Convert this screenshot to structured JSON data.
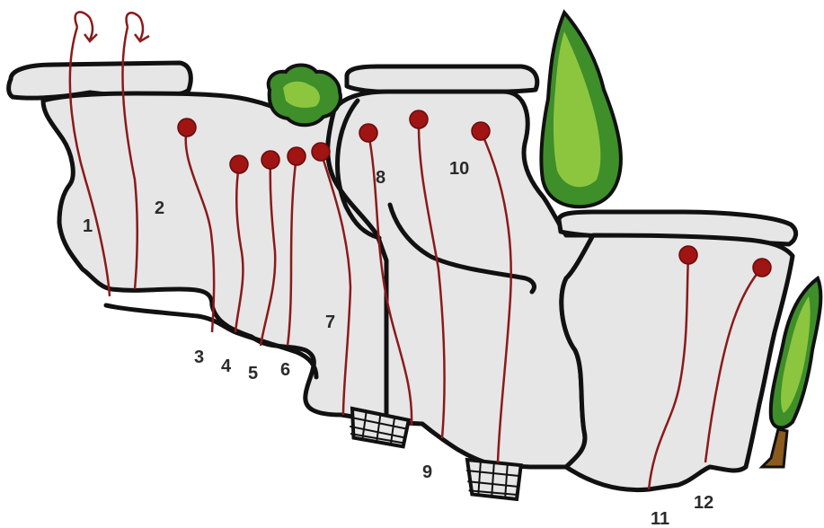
{
  "topo": {
    "colors": {
      "rock_fill": "#e6e6e6",
      "rock_shadow": "#d0d0d0",
      "outline": "#111111",
      "route_line": "#8b1a1a",
      "route_anchor": "#a01414",
      "tree_light": "#8cc63f",
      "tree_dark": "#3e8e2a",
      "trunk": "#8a5a1e"
    },
    "icons": {
      "lower_off": "curved-arrow",
      "anchor": "red-dot",
      "crash_pad": "crash-pad-mat",
      "tree": "cypress-tree",
      "bush": "green-shrub"
    },
    "routes": [
      {
        "label": "1",
        "anchor": "lower-off-arrow"
      },
      {
        "label": "2",
        "anchor": "lower-off-arrow"
      },
      {
        "label": "3",
        "anchor": "bolt-dot"
      },
      {
        "label": "4",
        "anchor": "bolt-dot"
      },
      {
        "label": "5",
        "anchor": "bolt-dot"
      },
      {
        "label": "6",
        "anchor": "bolt-dot"
      },
      {
        "label": "7",
        "anchor": "bolt-dot"
      },
      {
        "label": "8",
        "anchor": "bolt-dot"
      },
      {
        "label": "9",
        "anchor": "bolt-dot"
      },
      {
        "label": "10",
        "anchor": "bolt-dot"
      },
      {
        "label": "11",
        "anchor": "bolt-dot"
      },
      {
        "label": "12",
        "anchor": "bolt-dot"
      }
    ]
  }
}
